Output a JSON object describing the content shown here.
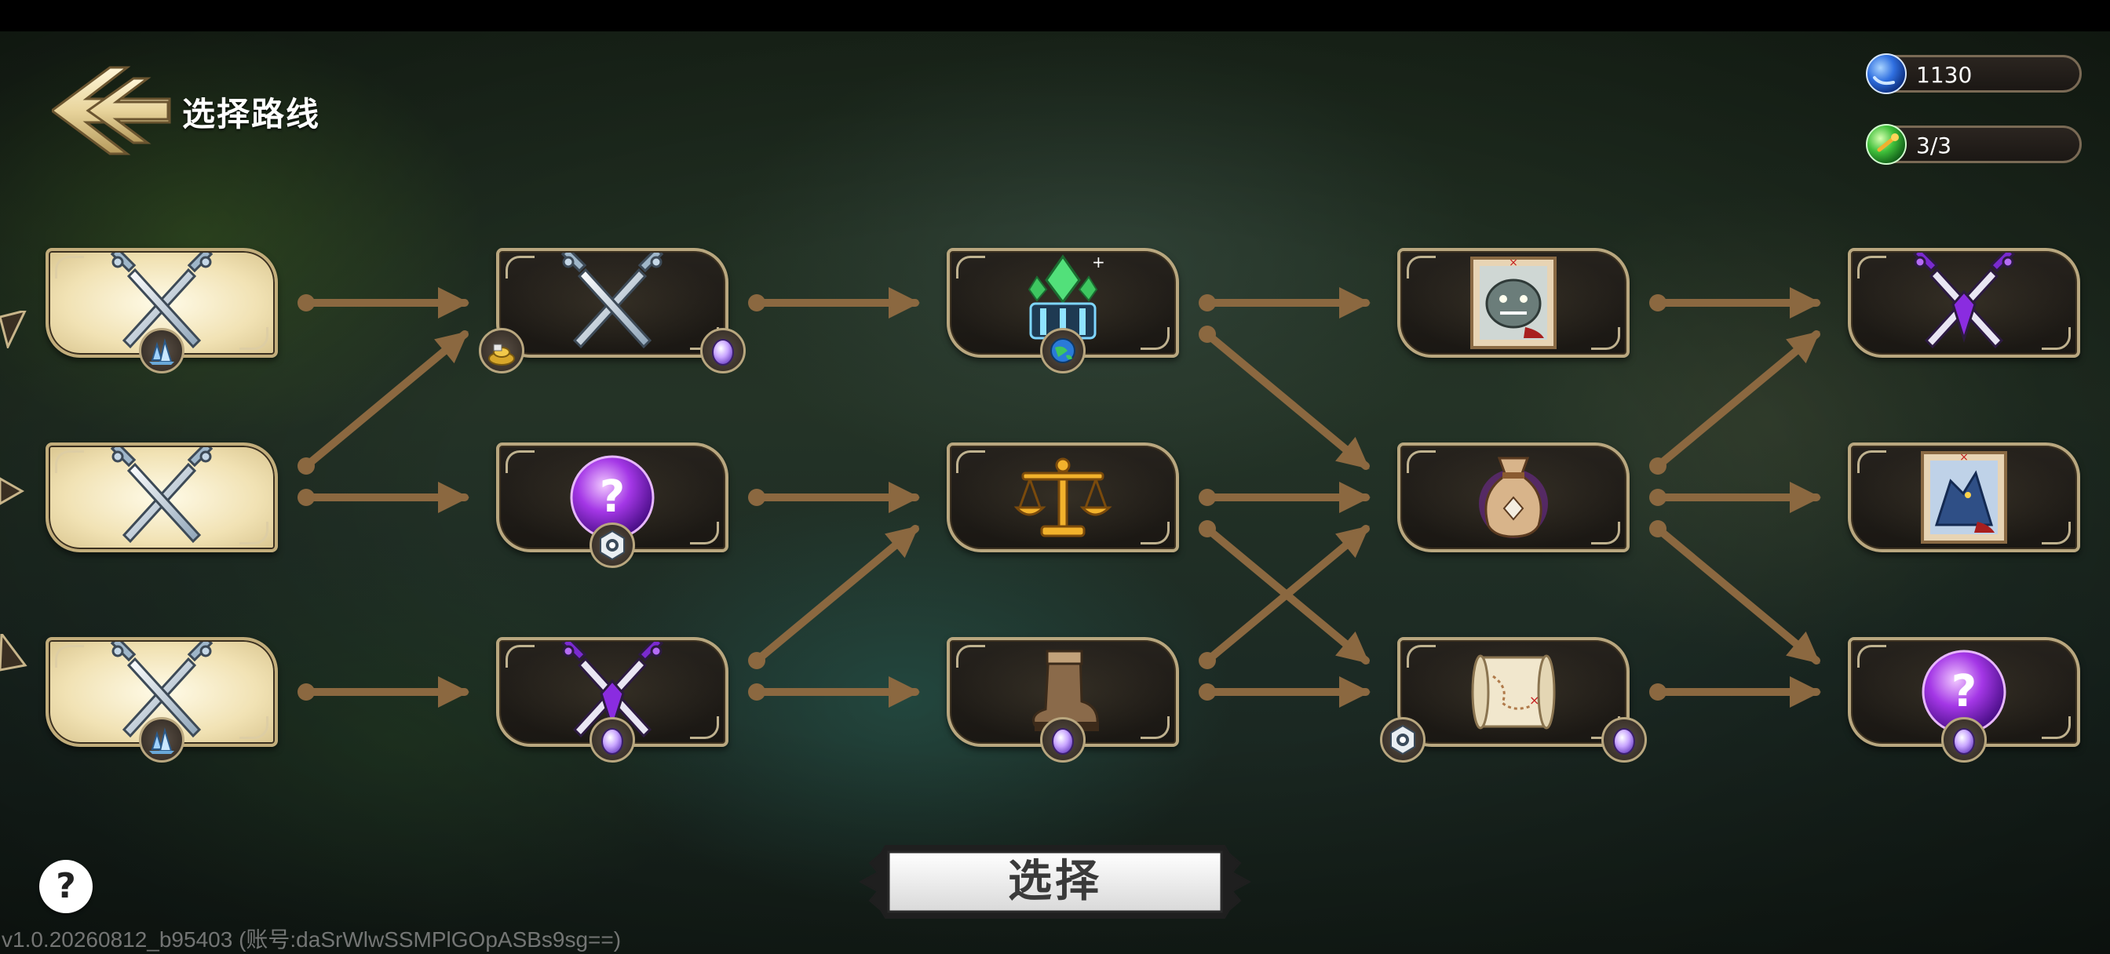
{
  "header": {
    "title": "选择路线",
    "back_icon": "back-arrow-icon"
  },
  "currencies": [
    {
      "name": "blue-orb",
      "value": "1130",
      "color": "#2f6fe0"
    },
    {
      "name": "green-orb",
      "value": "3/3",
      "color": "#3fbf3a"
    }
  ],
  "columns": [
    [
      {
        "icon": "crossed-swords-icon",
        "badges": [
          "crystal-icon"
        ],
        "style": "light"
      },
      {
        "icon": "crossed-swords-icon",
        "badges": [],
        "style": "light"
      },
      {
        "icon": "crossed-swords-icon",
        "badges": [
          "crystal-icon"
        ],
        "style": "light"
      }
    ],
    [
      {
        "icon": "crossed-swords-icon",
        "badges": [
          "gold-pile-icon",
          "egg-icon"
        ],
        "style": "dark"
      },
      {
        "icon": "mystery-orb-icon",
        "badges": [
          "hexagon-seal-icon"
        ],
        "style": "dark"
      },
      {
        "icon": "purple-swords-icon",
        "badges": [
          "egg-icon"
        ],
        "style": "dark"
      }
    ],
    [
      {
        "icon": "green-crystal-shrine-icon",
        "badges": [
          "globe-icon"
        ],
        "style": "dark"
      },
      {
        "icon": "balance-scale-icon",
        "badges": [],
        "style": "dark"
      },
      {
        "icon": "boot-icon",
        "badges": [
          "egg-icon"
        ],
        "style": "dark"
      }
    ],
    [
      {
        "icon": "monster-portrait-icon",
        "badges": [],
        "style": "dark"
      },
      {
        "icon": "treasure-bag-icon",
        "badges": [],
        "style": "dark"
      },
      {
        "icon": "map-scroll-icon",
        "badges": [
          "hexagon-seal-icon",
          "egg-icon"
        ],
        "style": "dark"
      }
    ],
    [
      {
        "icon": "purple-swords-icon",
        "badges": [],
        "style": "dark"
      },
      {
        "icon": "dragon-portrait-icon",
        "badges": [],
        "style": "dark"
      },
      {
        "icon": "mystery-orb-icon",
        "badges": [
          "egg-icon"
        ],
        "style": "dark"
      }
    ]
  ],
  "connections": [
    [
      0,
      0,
      1,
      0
    ],
    [
      0,
      1,
      1,
      0
    ],
    [
      0,
      1,
      1,
      1
    ],
    [
      0,
      2,
      1,
      2
    ],
    [
      1,
      0,
      2,
      0
    ],
    [
      1,
      1,
      2,
      1
    ],
    [
      1,
      2,
      2,
      1
    ],
    [
      1,
      2,
      2,
      2
    ],
    [
      2,
      0,
      3,
      0
    ],
    [
      2,
      0,
      3,
      1
    ],
    [
      2,
      1,
      3,
      1
    ],
    [
      2,
      1,
      3,
      2
    ],
    [
      2,
      2,
      3,
      1
    ],
    [
      2,
      2,
      3,
      2
    ],
    [
      3,
      0,
      4,
      0
    ],
    [
      3,
      1,
      4,
      0
    ],
    [
      3,
      1,
      4,
      1
    ],
    [
      3,
      1,
      4,
      2
    ],
    [
      3,
      2,
      4,
      2
    ]
  ],
  "footer": {
    "help_label": "?",
    "select_label": "选择",
    "version_text": "v1.0.20260812_b95403 (账号:daSrWlwSSMPlGOpASBs9sg==)"
  }
}
